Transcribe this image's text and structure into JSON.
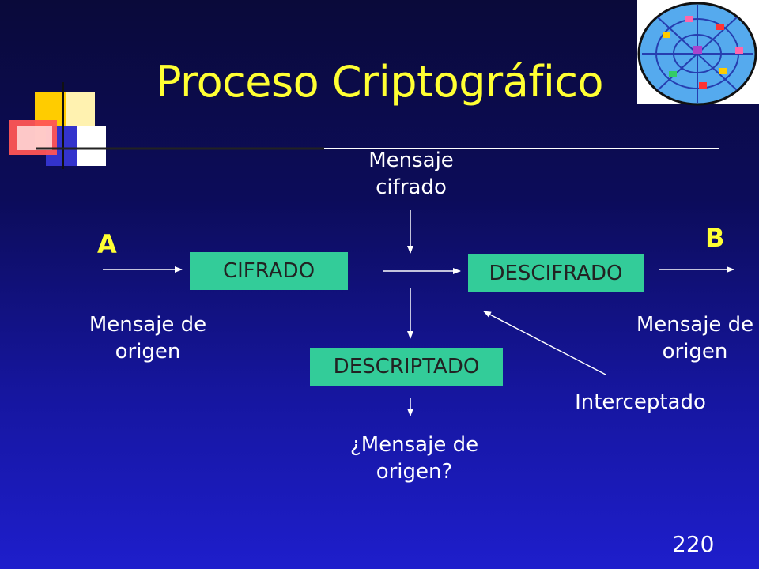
{
  "slide": {
    "title": "Proceso Criptográfico",
    "page_number": "220"
  },
  "diagram": {
    "endpoint_a": "A",
    "endpoint_b": "B",
    "label_source_left": "Mensaje de origen",
    "label_source_right": "Mensaje de origen",
    "label_ciphered": "Mensaje cifrado",
    "label_intercepted": "Interceptado",
    "label_question": "¿Mensaje de origen?",
    "box_cifrado": "CIFRADO",
    "box_descifrado": "DESCIFRADO",
    "box_descriptado": "DESCRIPTADO"
  },
  "colors": {
    "title": "#ffff33",
    "box_fill": "#33cc99",
    "arrow": "#ffffff",
    "accent_yellow": "#ffcc00",
    "accent_red": "#ff3333",
    "accent_blue": "#3333cc"
  },
  "icons": {
    "corner_image": "web-network-globe-icon",
    "decor": "color-squares-decoration"
  }
}
